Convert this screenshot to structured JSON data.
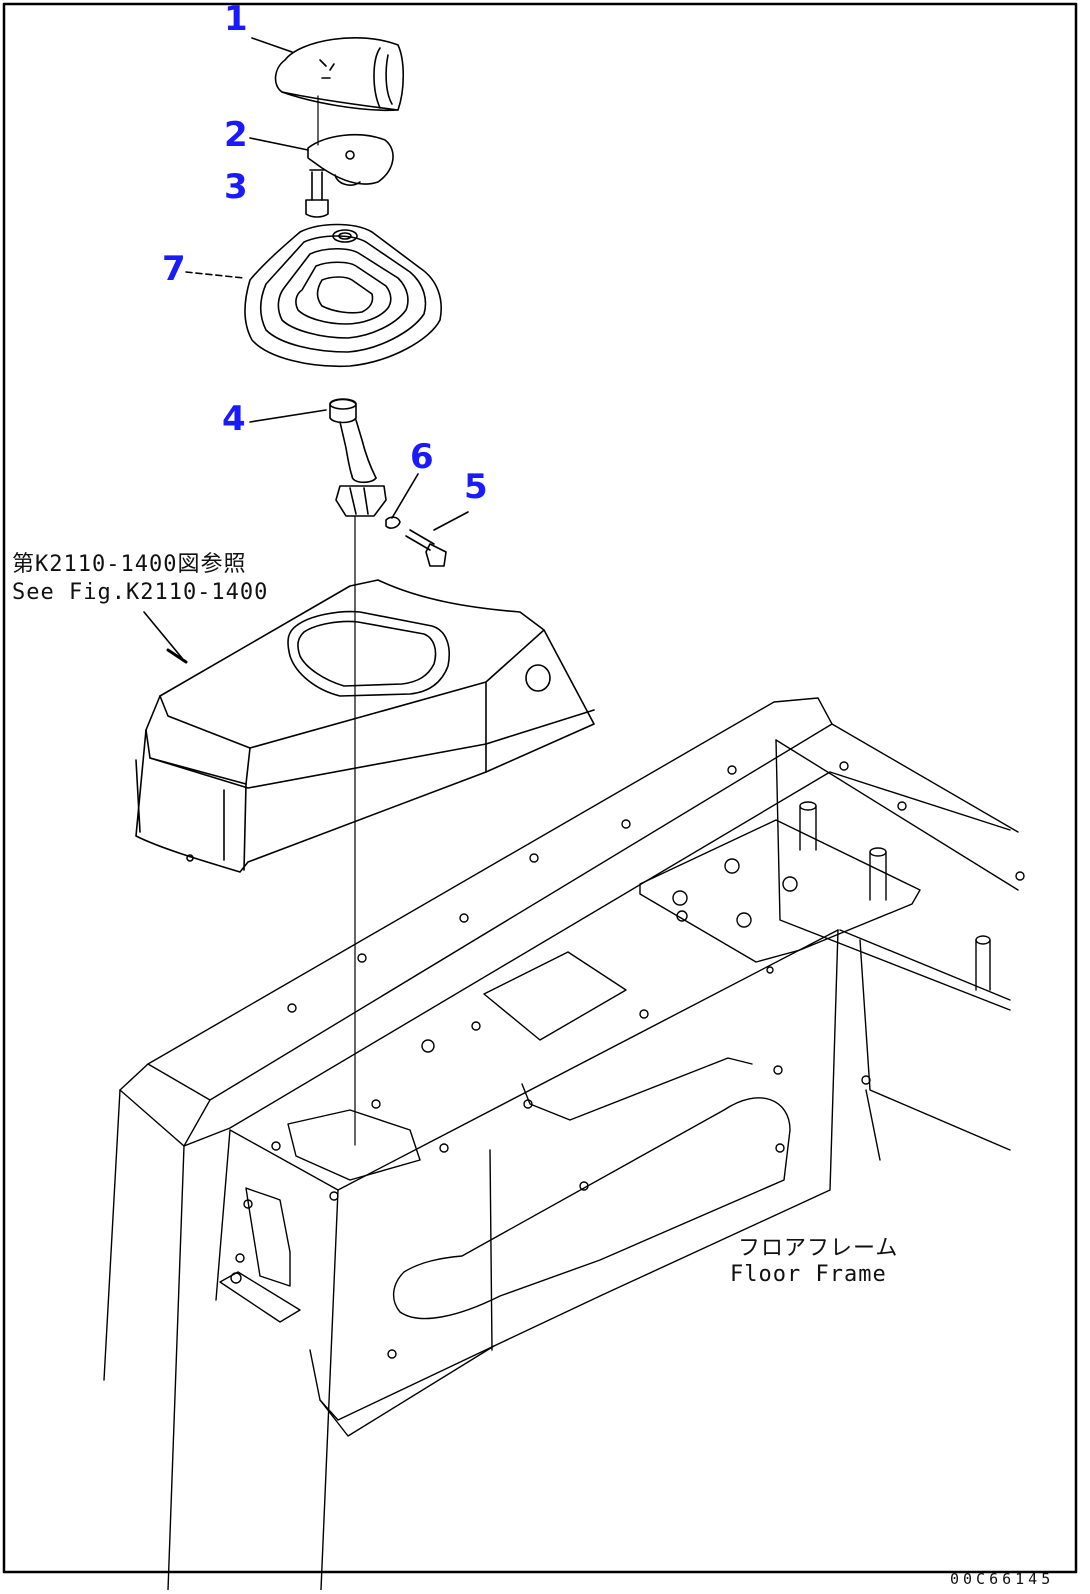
{
  "callouts": [
    {
      "id": "1",
      "label": "1"
    },
    {
      "id": "2",
      "label": "2"
    },
    {
      "id": "3",
      "label": "3"
    },
    {
      "id": "7",
      "label": "7"
    },
    {
      "id": "4",
      "label": "4"
    },
    {
      "id": "6",
      "label": "6"
    },
    {
      "id": "5",
      "label": "5"
    }
  ],
  "reference": {
    "line_jp": "第K2110-1400図参照",
    "line_en": "See Fig.K2110-1400"
  },
  "floor_frame": {
    "label_jp": "フロアフレーム",
    "label_en": "Floor Frame"
  },
  "doc_number": "00C66145",
  "colors": {
    "callout": "#1a1aff",
    "line": "#000000",
    "border": "#000000"
  }
}
